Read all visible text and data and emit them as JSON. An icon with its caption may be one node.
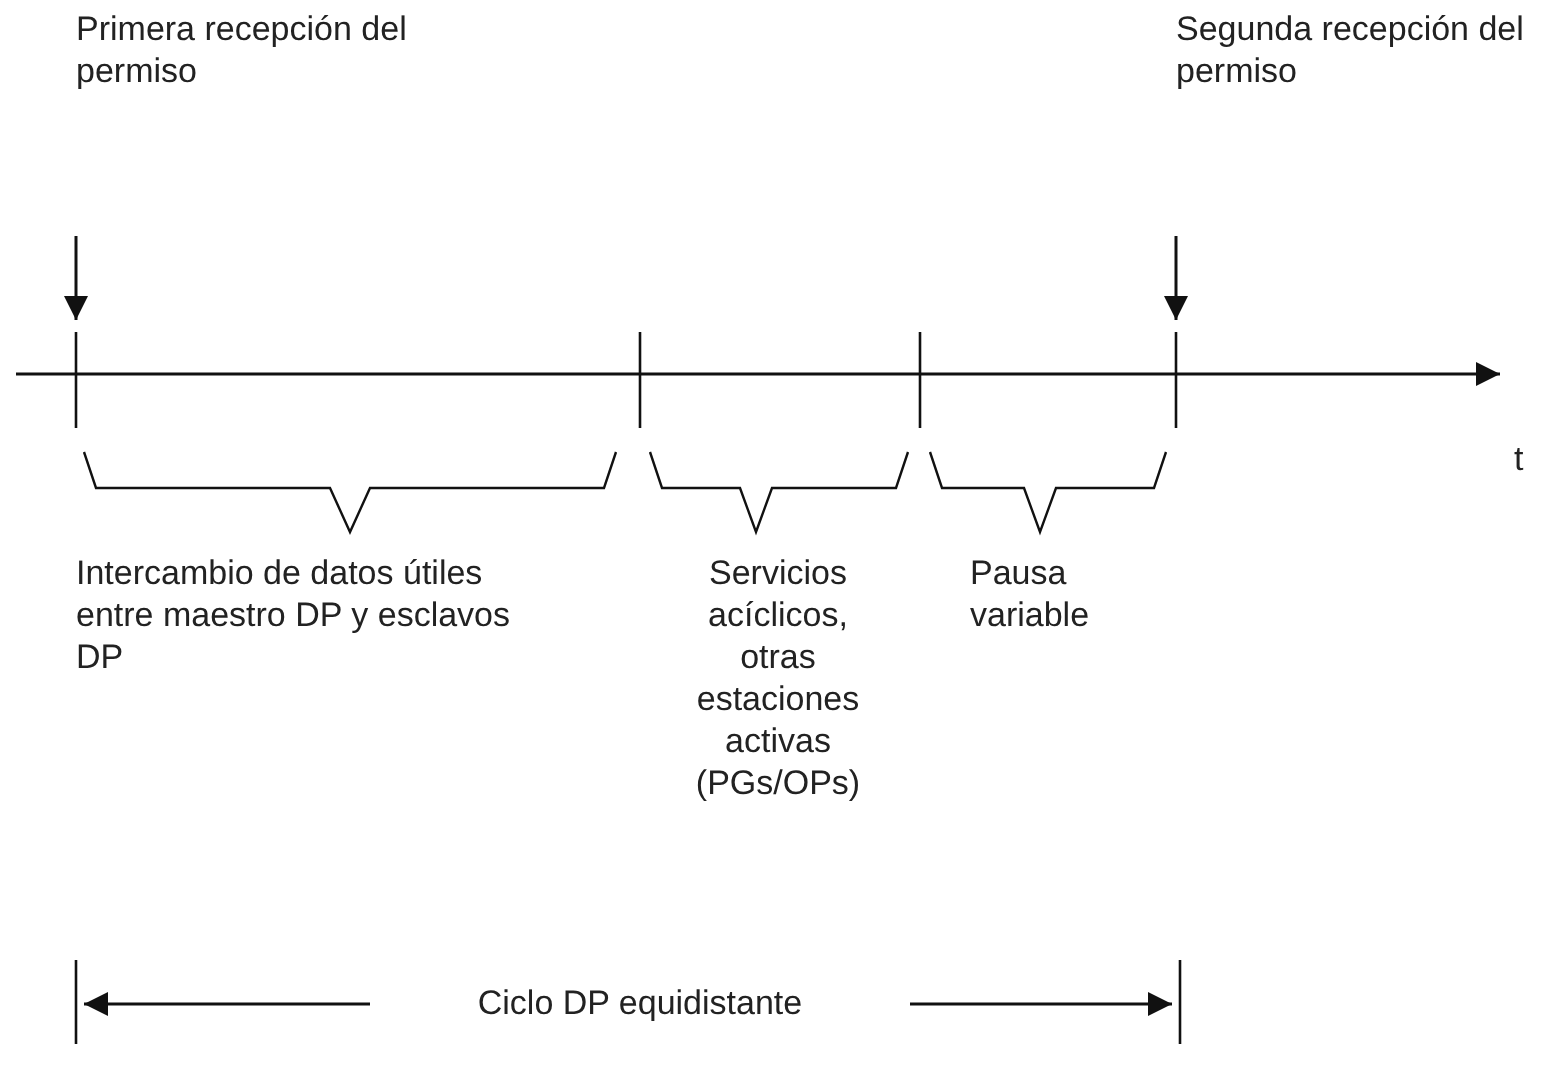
{
  "diagram": {
    "labels": [
      "Primera recepción del permiso",
      "Segunda recepción del permiso",
      "t",
      "Intercambio de datos útiles entre maestro DP y esclavos DP",
      "Servicios acíclicos, otras estaciones activas (PGs/OPs)",
      "Pausa variable",
      "Ciclo DP equidistante"
    ]
  }
}
